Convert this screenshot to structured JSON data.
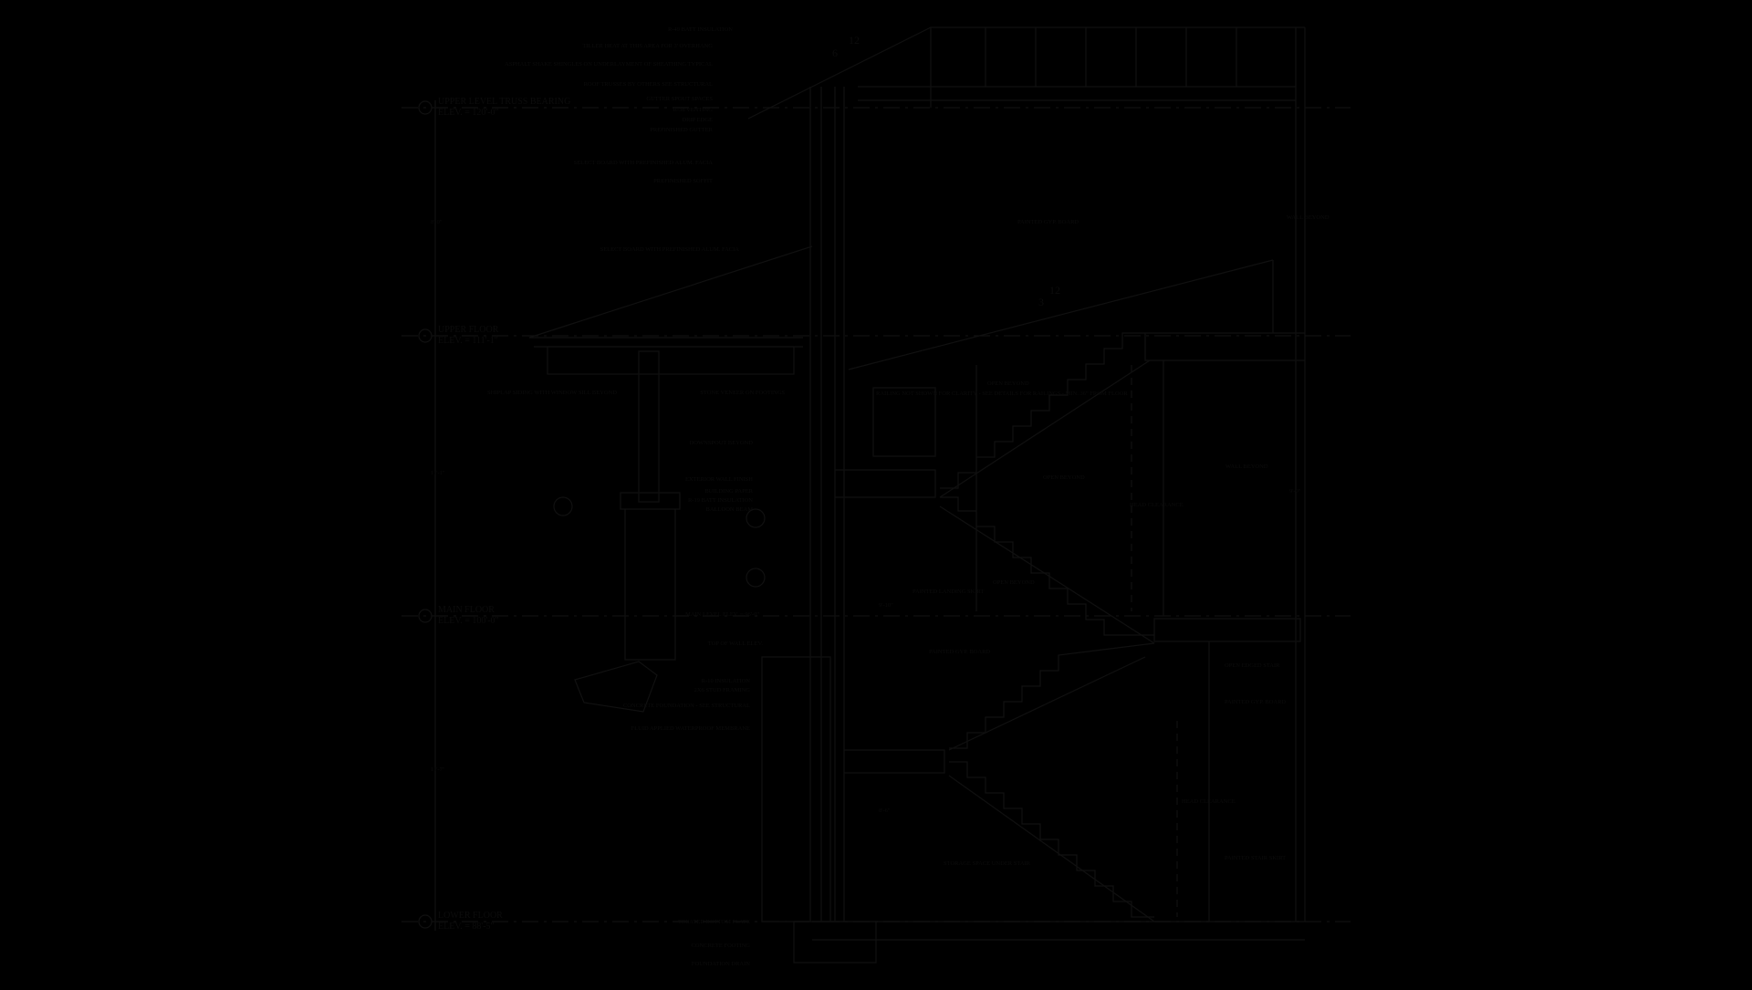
{
  "drawing": {
    "background": "#000000",
    "line_color": "#0a0a0a",
    "levels": [
      {
        "name": "UPPER LEVEL TRUSS BEARING",
        "elev": "ELEV. = 120'-0\""
      },
      {
        "name": "UPPER FLOOR",
        "elev": "ELEV. = 111'-1\""
      },
      {
        "name": "MAIN FLOOR",
        "elev": "ELEV. = 100'-0\""
      },
      {
        "name": "LOWER FLOOR",
        "elev": "ELEV. = 88'-5\""
      }
    ],
    "slopes": [
      {
        "rise": "6",
        "run": "12"
      },
      {
        "rise": "3",
        "run": "12"
      }
    ],
    "notes_left": [
      "R-49 BATT INSULATION",
      "TILLER HEAT AT THIS AREA FOR 3' OVERHANG",
      "ASPHALT SHAKE SHINGLES ON UNDERLAYMENT OF SHEATHING TYPICAL",
      "ROOF TRUSSES BY OTHERS SEE STRUCTURAL",
      "GUTTER SPOUT SPACES",
      "R-38 VENTING",
      "DRIP EDGE",
      "PREFINISHED GUTTER",
      "SELECT BOARD WITH PREFINISHED ALUM. FACIA",
      "PREFINISHED SOFFIT",
      "SELECT BOARD WITH PREFINISHED ALUM. FACIA",
      "SHIPLAP SIDING WITH WINDOW SILL BEYOND",
      "STONE VENEER ON FOOTINGS",
      "DOWNSPOUT BEYOND",
      "EXTERIOR WALL FINISH",
      "BUILDING PAPER",
      "R-19 BATT INSULATION",
      "BALLOON BEAM",
      "MAIN LEVEL ELEV. = 96'-0\"",
      "TOP OF WALL ELEV.",
      "R-10 INSULATION",
      "2X6 STUD FRAMING",
      "CONCRETE FOUNDATION - SEE STRUCTURAL",
      "FLUID APPLIED WATERPROOF MEMBRANE",
      "TREATED BOTTOM PLATE",
      "CONCRETE FOOTING",
      "FOUNDATION DRAIN"
    ],
    "notes_interior": [
      "PAINTED GYP. BOARD",
      "RAILING NOT SHOWN FOR CLARITY - SEE DETAILS FOR RAILINGS - MIN. 36\" FROM FLOOR",
      "OPEN BEYOND",
      "OPEN BEYOND",
      "OPEN BEYOND",
      "WALL BEYOND",
      "WALL BEYOND",
      "PAINTED LANDING SKIRT",
      "PAINTED GYP. BOARD",
      "OPEN EDGED STAIR",
      "PAINTED GYP. BOARD",
      "PAINTED STAIR SKIRT",
      "STORAGE SPACE UNDER STAIR",
      "HEAD CLEARANCE",
      "HEAD CLEARANCE"
    ],
    "dims": [
      "8'-0\"",
      "11'-1\"",
      "11'-7\"",
      "9'-0\"",
      "9'-10\"",
      "8'-6\""
    ]
  }
}
